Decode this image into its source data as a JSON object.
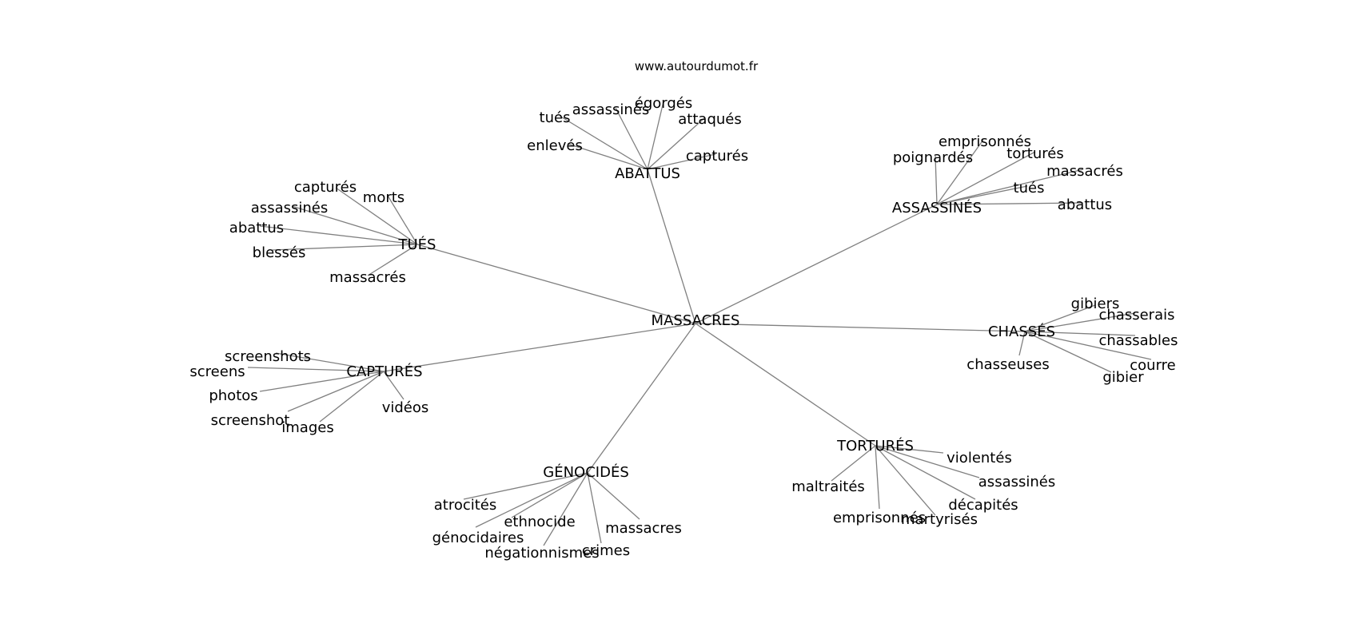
{
  "site": "www.autourdumot.fr",
  "colors": {
    "edge": "#808080",
    "text": "#000000",
    "background": "#ffffff"
  },
  "graph": {
    "center": "MASSACRES",
    "hubs": [
      {
        "label": "ABATTUS",
        "leaves": [
          "tués",
          "assassinés",
          "égorgés",
          "attaqués",
          "enlevés",
          "capturés"
        ]
      },
      {
        "label": "ASSASSINÉS",
        "leaves": [
          "emprisonnés",
          "poignardés",
          "torturés",
          "massacrés",
          "tués",
          "abattus"
        ]
      },
      {
        "label": "TUÉS",
        "leaves": [
          "capturés",
          "morts",
          "assassinés",
          "abattus",
          "blessés",
          "massacrés"
        ]
      },
      {
        "label": "CHASSÉS",
        "leaves": [
          "gibiers",
          "chasserais",
          "chassables",
          "chasseuses",
          "courre",
          "gibier"
        ]
      },
      {
        "label": "CAPTURÉS",
        "leaves": [
          "screenshots",
          "screens",
          "photos",
          "screenshot",
          "images",
          "vidéos"
        ]
      },
      {
        "label": "TORTURÉS",
        "leaves": [
          "violentés",
          "maltraités",
          "assassinés",
          "décapités",
          "emprisonnés",
          "martyrisés"
        ]
      },
      {
        "label": "GÉNOCIDÉS",
        "leaves": [
          "atrocités",
          "ethnocide",
          "génocidaires",
          "négationnismes",
          "crimes",
          "massacres"
        ]
      }
    ]
  }
}
